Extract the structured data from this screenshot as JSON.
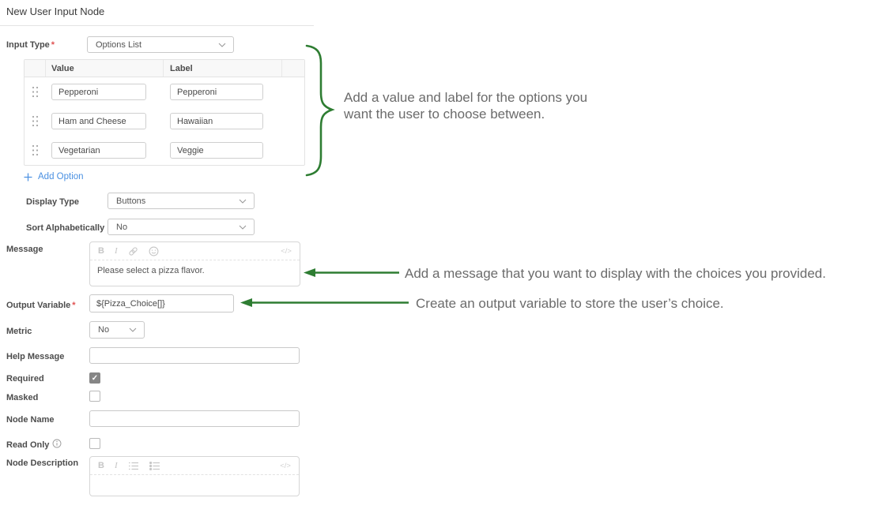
{
  "colors": {
    "annotation_green": "#2e7d32",
    "link_blue": "#4a90e2",
    "required_red": "#e05252"
  },
  "header": {
    "title": "New User Input Node"
  },
  "form": {
    "input_type": {
      "label": "Input Type",
      "required_mark": "*",
      "value": "Options List"
    },
    "options_table": {
      "headers": {
        "value": "Value",
        "label": "Label"
      },
      "rows": [
        {
          "value": "Pepperoni",
          "label": "Pepperoni"
        },
        {
          "value": "Ham and Cheese",
          "label": "Hawaiian"
        },
        {
          "value": "Vegetarian",
          "label": "Veggie"
        }
      ]
    },
    "add_option": {
      "label": "Add Option"
    },
    "display_type": {
      "label": "Display Type",
      "value": "Buttons"
    },
    "sort_alphabetically": {
      "label": "Sort Alphabetically",
      "value": "No"
    },
    "message": {
      "label": "Message",
      "value": "Please select a pizza flavor.",
      "toolbar": {
        "bold": "B",
        "italic": "I",
        "code": "</>"
      }
    },
    "output_variable": {
      "label": "Output Variable",
      "required_mark": "*",
      "value": "${Pizza_Choice[]}"
    },
    "metric": {
      "label": "Metric",
      "value": "No"
    },
    "help_message": {
      "label": "Help Message",
      "value": ""
    },
    "required": {
      "label": "Required",
      "checked": true,
      "check_glyph": "✓"
    },
    "masked": {
      "label": "Masked",
      "checked": false
    },
    "node_name": {
      "label": "Node Name",
      "value": ""
    },
    "read_only": {
      "label": "Read Only",
      "checked": false
    },
    "node_description": {
      "label": "Node Description",
      "value": "",
      "toolbar": {
        "bold": "B",
        "italic": "I",
        "code": "</>"
      }
    }
  },
  "annotations": {
    "options_note_line1": "Add a value and label for the options you",
    "options_note_line2": "want the user to choose between.",
    "message_note": "Add a message that you want to display with the choices you provided.",
    "output_note": "Create an output variable to store the user’s choice."
  }
}
